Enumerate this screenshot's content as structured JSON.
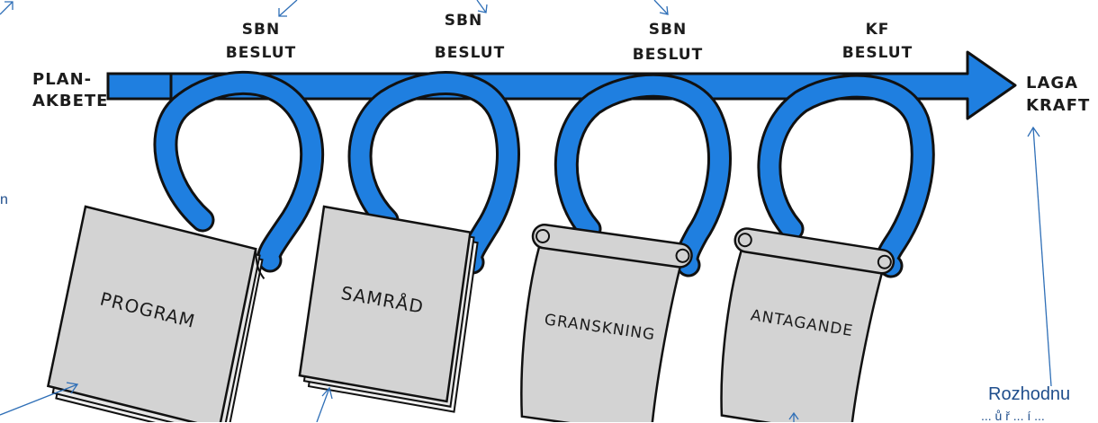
{
  "start_label": [
    "PLAN-",
    "AKBETE"
  ],
  "end_label": [
    "LAGA",
    "KRAFT"
  ],
  "decisions": [
    {
      "line1": "SBN",
      "line2": "BESLUT"
    },
    {
      "line1": "SBN",
      "line2": "BESLUT"
    },
    {
      "line1": "SBN",
      "line2": "BESLUT"
    },
    {
      "line1": "KF",
      "line2": "BESLUT"
    }
  ],
  "documents": [
    {
      "label": "PROGRAM",
      "style": "stack"
    },
    {
      "label": "SAMRÅD",
      "style": "stack"
    },
    {
      "label": "GRANSKNING",
      "style": "scroll"
    },
    {
      "label": "ANTAGANDE",
      "style": "scroll"
    }
  ],
  "annotations": {
    "right_note": "Rozhodnu",
    "right_note_sub": "... ů ř ... í ..."
  },
  "colors": {
    "arrow_fill": "#1f7fe0",
    "arrow_outline": "#111111",
    "paper": "#d3d3d3",
    "callout": "#2f6fb7"
  }
}
